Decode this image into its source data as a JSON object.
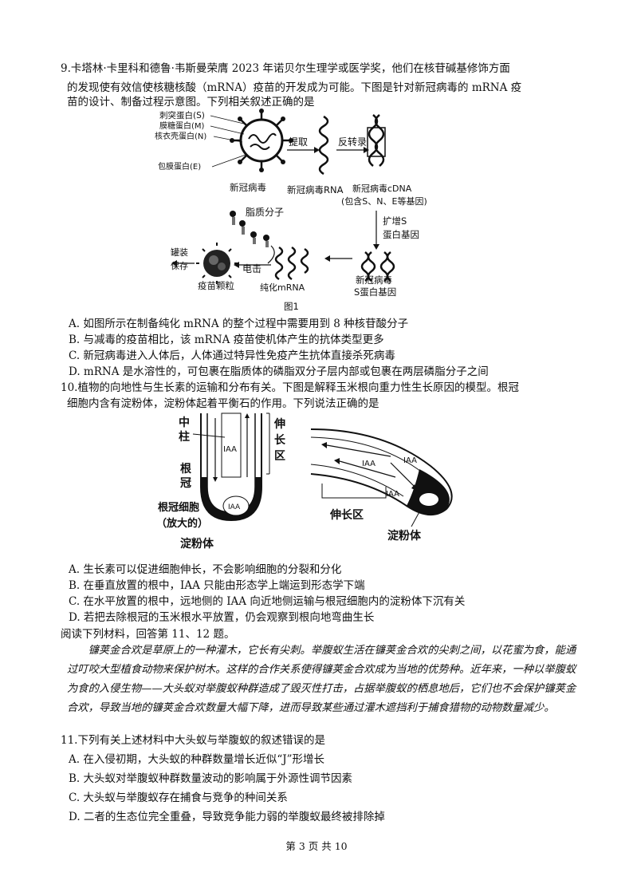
{
  "q9": {
    "line1": "9.卡塔林·卡里科和德鲁·韦斯曼荣膺 2023 年诺贝尔生理学或医学奖，他们在核苷碱基修饰方面",
    "line2": "的发现使有效信使核糖核酸（mRNA）疫苗的开发成为可能。下图是针对新冠病毒的 mRNA 疫",
    "line3": "苗的设计、制备过程示意图。下列相关叙述正确的是",
    "figure": {
      "proteins": [
        "刺突蛋白(S)",
        "膜糖蛋白(M)",
        "核衣壳蛋白(N)",
        "包膜蛋白(E)"
      ],
      "virus": "新冠病毒",
      "extract": "提取",
      "rna": "新冠病毒RNA",
      "rt": "反转录",
      "cdna": "新冠病毒cDNA",
      "cdna_note": "(包含S、N、E等基因)",
      "amplify1": "扩增S",
      "amplify2": "蛋白基因",
      "sgene1": "新冠病毒",
      "sgene2": "S蛋白基因",
      "pure_mrna": "纯化mRNA",
      "lipid": "脂质分子",
      "electric": "电击",
      "particle": "疫苗颗粒",
      "store1": "罐装",
      "store2": "保存",
      "caption": "图1"
    },
    "options": [
      "A. 如图所示在制备纯化 mRNA 的整个过程中需要用到 8 种核苷酸分子",
      "B. 与减毒的疫苗相比，该 mRNA 疫苗使机体产生的抗体类型更多",
      "C. 新冠病毒进入人体后，人体通过特异性免疫产生抗体直接杀死病毒",
      "D. mRNA 是水溶性的，可包裹在脂质体的磷脂双分子层内部或包裹在两层磷脂分子之间"
    ]
  },
  "q10": {
    "line1": "10.植物的向地性与生长素的运输和分布有关。下图是解释玉米根向重力性生长原因的模型。根冠",
    "line2": "细胞内含有淀粉体，淀粉体起着平衡石的作用。下列说法正确的是",
    "figure": {
      "zhong": "中",
      "zhu": "柱",
      "shen": "伸",
      "chang": "长",
      "qu": "区",
      "gen": "根",
      "guan": "冠",
      "cell": "根冠细胞",
      "enlarged": "（放大的）",
      "amyloplast": "淀粉体",
      "iaa": "IAA",
      "elong": "伸长区",
      "amyloplast2": "淀粉体"
    },
    "options": [
      "A. 生长素可以促进细胞伸长，不会影响细胞的分裂和分化",
      "B. 在垂直放置的根中，IAA 只能由形态学上端运到形态学下端",
      "C. 在水平放置的根中，远地侧的 IAA 向近地侧运输与根冠细胞内的淀粉体下沉有关",
      "D. 若把去除根冠的玉米根水平放置，仍会观察到根向地弯曲生长"
    ]
  },
  "reading": {
    "intro": "阅读下列材料，回答第 11、12 题。",
    "material": "镰荚金合欢是草原上的一种灌木，它长有尖刺。举腹蚁生活在镰荚金合欢的尖刺之间，以花蜜为食，能通过叮咬大型植食动物来保护树木。这样的合作关系使得镰荚金合欢成为当地的优势种。近年来，一种以举腹蚁为食的入侵生物——大头蚁对举腹蚁种群造成了毁灭性打击，占据举腹蚁的栖息地后，它们也不会保护镰荚金合欢，导致当地的镰荚金合欢数量大幅下降，进而导致某些通过灌木遮挡利于捕食猎物的动物数量减少。"
  },
  "q11": {
    "stem": "11.下列有关上述材料中大头蚁与举腹蚁的叙述错误的是",
    "options": [
      "A. 在入侵初期，大头蚁的种群数量增长近似“J”形增长",
      "B. 大头蚁对举腹蚁种群数量波动的影响属于外源性调节因素",
      "C. 大头蚁与举腹蚁存在捕食与竞争的种间关系",
      "D. 二者的生态位完全重叠，导致竞争能力弱的举腹蚁最终被排除掉"
    ]
  },
  "footer": "第 3 页 共 10"
}
